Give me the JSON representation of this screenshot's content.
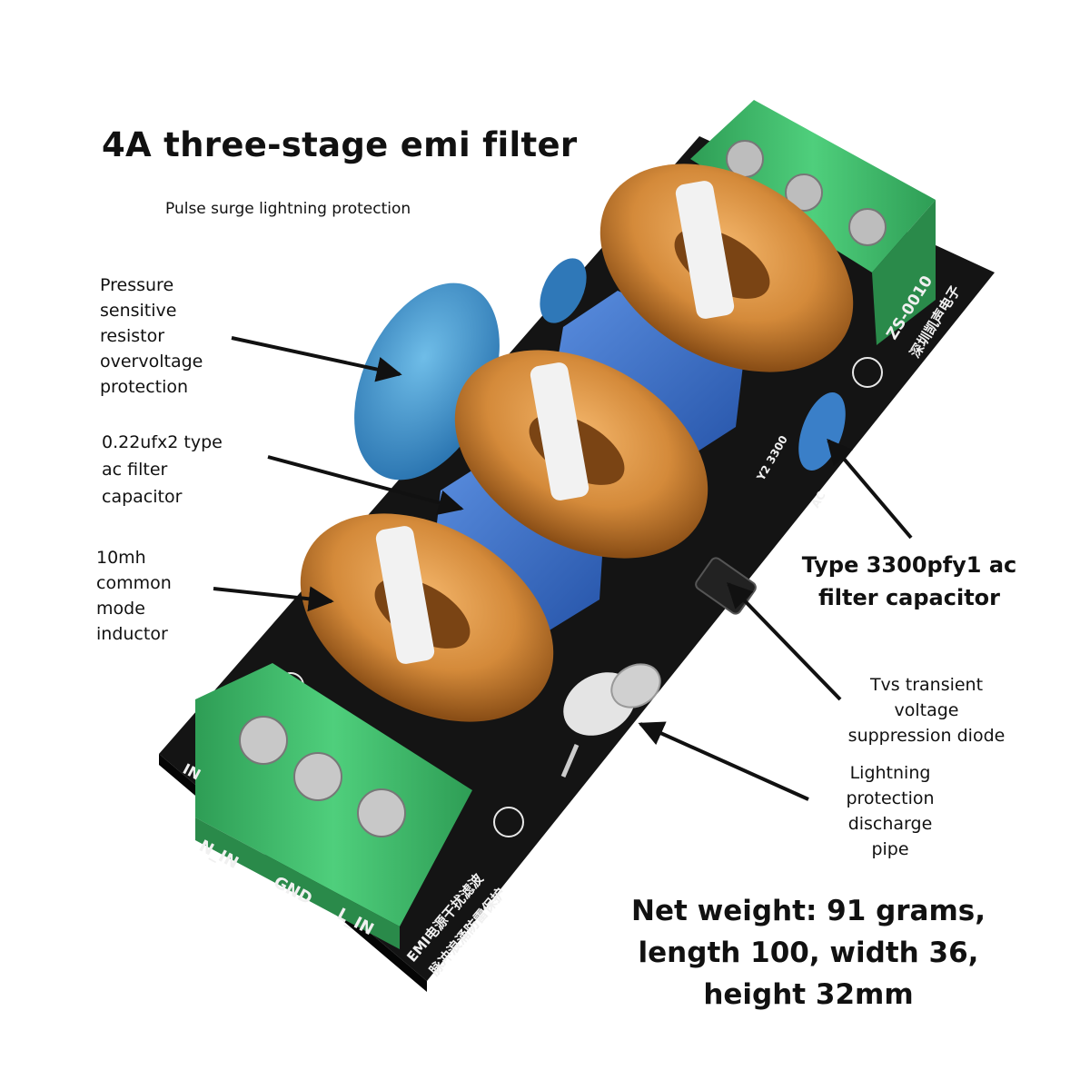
{
  "title": "4A three-stage emi filter",
  "subtitle": "Pulse surge lightning protection",
  "labels": {
    "varistor": "Pressure\nsensitive\nresistor\novervoltage\nprotection",
    "x_capacitor": "0.22ufx2 type\nac filter\ncapacitor",
    "inductor": "10mh\ncommon\nmode\ninductor",
    "y_capacitor": "Type 3300pfy1 ac\nfilter capacitor",
    "tvs_diode": "Tvs transient\nvoltage\nsuppression diode",
    "discharge_tube": "Lightning\nprotection\ndischarge\npipe"
  },
  "specs": "Net weight: 91 grams,\nlength 100, width 36,\nheight 32mm",
  "board": {
    "model": "ZS-0010",
    "brand": "深圳凯声电子",
    "terminal_labels": [
      "N_IN",
      "GND",
      "L_IN"
    ],
    "in_label": "IN",
    "caption_line1": "EMI电源干扰滤波",
    "caption_line2": "脉冲浪涌防雷保护",
    "y_cap_marking": "Y2 3300",
    "ac_marking": "AC"
  },
  "colors": {
    "pcb": "#141414",
    "terminal": "#3fb96a",
    "copper": "#d48a3a",
    "x_capacitor": "#2f6fc8",
    "varistor": "#3a8fc8",
    "arrow": "#111111"
  }
}
